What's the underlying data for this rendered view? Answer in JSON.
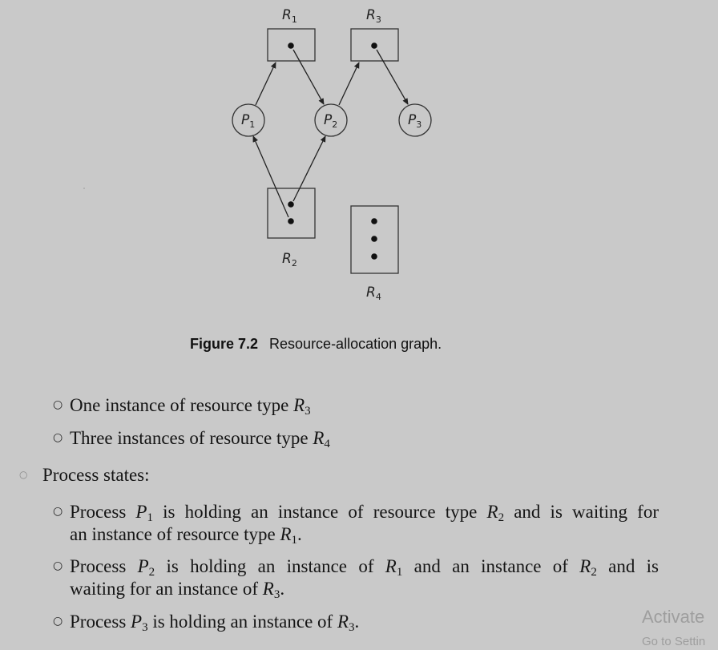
{
  "figure": {
    "resources": [
      {
        "id": "R1",
        "symbol": "R",
        "subscript": "1"
      },
      {
        "id": "R2",
        "symbol": "R",
        "subscript": "2"
      },
      {
        "id": "R3",
        "symbol": "R",
        "subscript": "3"
      },
      {
        "id": "R4",
        "symbol": "R",
        "subscript": "4"
      }
    ],
    "processes": [
      {
        "id": "P1",
        "symbol": "P",
        "subscript": "1"
      },
      {
        "id": "P2",
        "symbol": "P",
        "subscript": "2"
      },
      {
        "id": "P3",
        "symbol": "P",
        "subscript": "3"
      }
    ],
    "caption_number": "Figure 7.2",
    "caption_text": "Resource-allocation graph."
  },
  "text": {
    "b1": {
      "pre": "One instance of resource type ",
      "sym": "R",
      "sub": "3"
    },
    "b2": {
      "pre": "Three instances of resource type ",
      "sym": "R",
      "sub": "4"
    },
    "states_heading": "Process states:",
    "s1": {
      "a": "Process ",
      "p": "P",
      "psub": "1",
      "b": " is holding an instance of resource type ",
      "r1": "R",
      "r1sub": "2",
      "c": " and is waiting for",
      "line2a": "an instance of resource type ",
      "r2": "R",
      "r2sub": "1",
      "line2b": "."
    },
    "s2": {
      "a": "Process ",
      "p": "P",
      "psub": "2",
      "b": " is holding an instance of ",
      "r1": "R",
      "r1sub": "1",
      "c": " and an instance of ",
      "r2": "R",
      "r2sub": "2",
      "d": " and is",
      "line2a": "waiting for an instance of ",
      "r3": "R",
      "r3sub": "3",
      "line2b": "."
    },
    "s3": {
      "a": "Process ",
      "p": "P",
      "psub": "3",
      "b": " is holding an instance of ",
      "r": "R",
      "rsub": "3",
      "c": "."
    }
  },
  "bullets": {
    "hollow": "○",
    "faint": "○"
  },
  "watermark": {
    "line1": "Activate",
    "line2": "Go to Settin"
  }
}
